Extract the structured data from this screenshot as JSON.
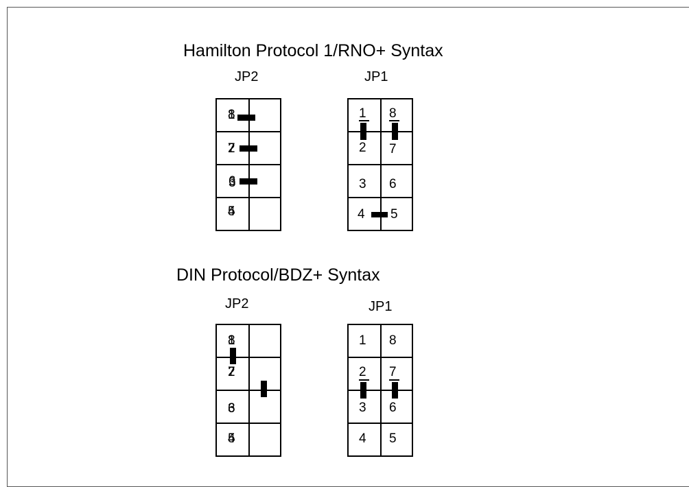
{
  "section1": {
    "title": "Hamilton Protocol 1/RNO+ Syntax",
    "jp2": {
      "label": "JP2",
      "pins": [
        {
          "a": "1",
          "b": "8"
        },
        {
          "a": "2",
          "b": "7"
        },
        {
          "a": "3",
          "b": "6"
        },
        {
          "a": "4",
          "b": "5"
        }
      ]
    },
    "jp1": {
      "label": "JP1",
      "pins": [
        {
          "left": "1",
          "right": "8"
        },
        {
          "left": "2",
          "right": "7"
        },
        {
          "left": "3",
          "right": "6"
        },
        {
          "left": "4",
          "right": "5"
        }
      ]
    }
  },
  "section2": {
    "title": "DIN Protocol/BDZ+ Syntax",
    "jp2": {
      "label": "JP2",
      "pins": [
        {
          "a": "1",
          "b": "8"
        },
        {
          "a": "2",
          "b": "7"
        },
        {
          "a": "3",
          "b": "6"
        },
        {
          "a": "4",
          "b": "5"
        }
      ]
    },
    "jp1": {
      "label": "JP1",
      "pins": [
        {
          "left": "1",
          "right": "8"
        },
        {
          "left": "2",
          "right": "7"
        },
        {
          "left": "3",
          "right": "6"
        },
        {
          "left": "4",
          "right": "5"
        }
      ]
    }
  }
}
